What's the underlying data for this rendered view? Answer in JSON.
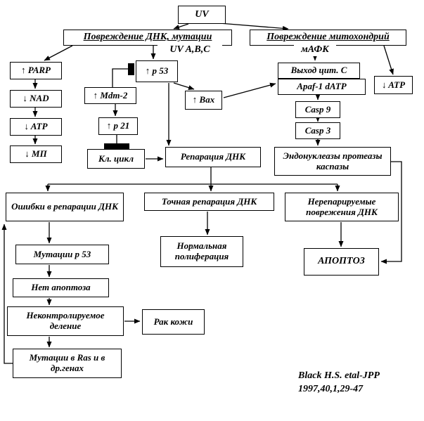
{
  "nodes": {
    "uv": {
      "label": "UV"
    },
    "dna_damage": {
      "label": "Повреждение ДНК, мутации"
    },
    "mito_damage": {
      "label": "Повреждение митохондрий"
    },
    "parp": {
      "label": "↑ PARP"
    },
    "nad": {
      "label": "↓ NAD"
    },
    "atp_left": {
      "label": "↓ ATP"
    },
    "mp": {
      "label": "↓ МП"
    },
    "p53": {
      "label": "↑ p 53"
    },
    "mdm2": {
      "label": "↑ Mdm-2"
    },
    "p21": {
      "label": "↑ p 21"
    },
    "bax": {
      "label": "↑ Bax"
    },
    "cyt_c": {
      "label": "Выход цит. С"
    },
    "apaf": {
      "label": "Apaf-1 dATP"
    },
    "atp_right": {
      "label": "↓ ATP"
    },
    "casp9": {
      "label": "Casp 9"
    },
    "casp3": {
      "label": "Casp 3"
    },
    "cell_cycle": {
      "label": "Кл. цикл"
    },
    "dna_repair": {
      "label": "Репарация ДНК"
    },
    "endonucleases": {
      "label": "Эндонуклеазы протеазы каспазы"
    },
    "repair_errors": {
      "label": "Ошибки в репарации ДНК"
    },
    "exact_repair": {
      "label": "Точная репарация ДНК"
    },
    "unrepairable": {
      "label": "Нерепарируемые поврежения ДНК"
    },
    "p53_mutations": {
      "label": "Мутации p 53"
    },
    "normal_proliferation": {
      "label": "Нормальная полиферация"
    },
    "apoptosis": {
      "label": "АПОПТОЗ"
    },
    "no_apoptosis": {
      "label": "Нет апоптоза"
    },
    "uncontrolled_division": {
      "label": "Неконтролируемое деление"
    },
    "skin_cancer": {
      "label": "Рак кожи"
    },
    "ras_mutations": {
      "label": "Мутации в Ras и в др.генах"
    }
  },
  "labels": {
    "uv_types": "UV A,B,C",
    "mafk": "мАФК"
  },
  "citation": {
    "line1": "Black H.S. etal-JPP",
    "line2": "1997,40,1,29-47"
  },
  "colors": {
    "line": "#000000",
    "background": "#ffffff",
    "box_border": "#000000"
  }
}
